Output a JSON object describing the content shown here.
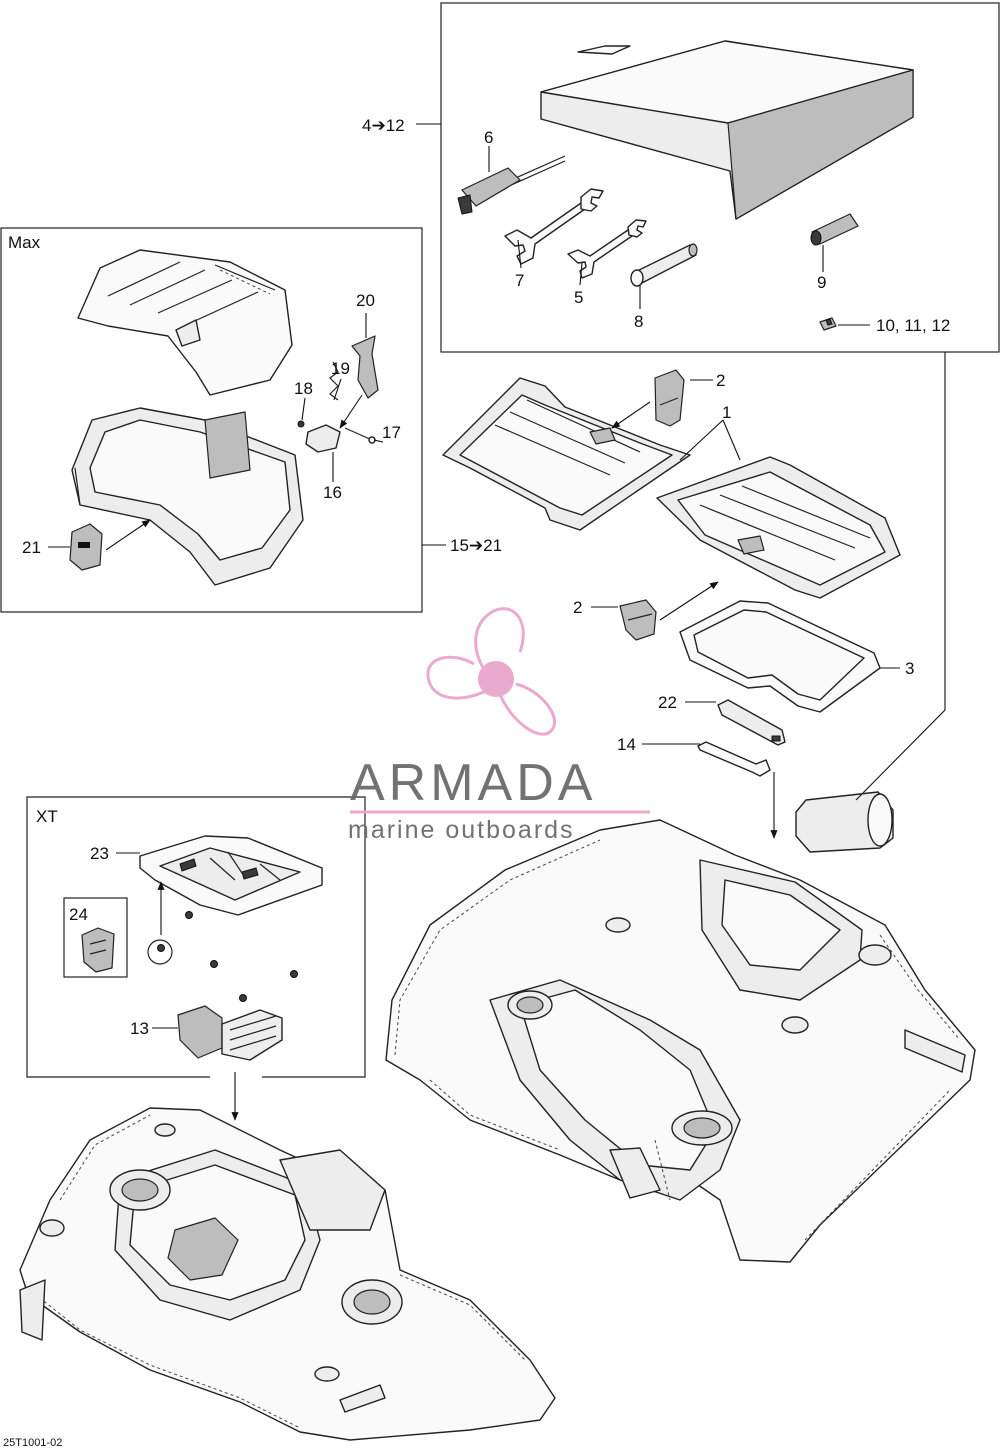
{
  "diagram": {
    "inset_titles": {
      "max": "Max",
      "xt": "XT"
    },
    "callouts": {
      "tool_kit_range": "4➔12",
      "p1": "1",
      "p2_top": "2",
      "p2_mid": "2",
      "p3": "3",
      "p5": "5",
      "p6": "6",
      "p7": "7",
      "p8": "8",
      "p9": "9",
      "p10_12": "10, 11, 12",
      "p13": "13",
      "p14": "14",
      "max_range": "15➔21",
      "p16": "16",
      "p17": "17",
      "p18": "18",
      "p19": "19",
      "p20": "20",
      "p21": "21",
      "p22": "22",
      "p23": "23",
      "p24": "24"
    },
    "drawing_code": "25T1001-02"
  },
  "watermark": {
    "brand": "ARMADA",
    "tagline": "marine outboards",
    "logo": "propeller-logo-icon",
    "accent_color": "#e8a6cc"
  }
}
